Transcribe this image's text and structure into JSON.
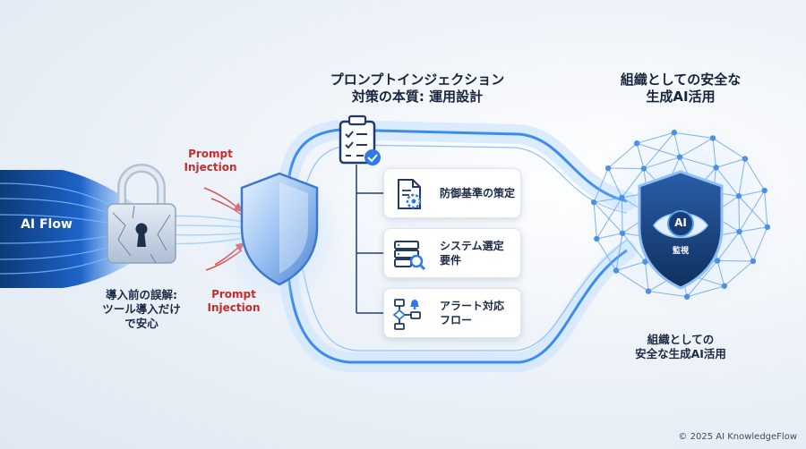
{
  "flow": {
    "start_label": "AI Flow"
  },
  "attack": {
    "label_top": "Prompt\nInjection",
    "label_bottom": "Prompt\nInjection"
  },
  "misconception": {
    "line1": "導入前の誤解:",
    "line2": "ツール導入だけ",
    "line3": "で安心"
  },
  "design": {
    "title_line1": "プロンプトインジェクション",
    "title_line2": "対策の本質: 運用設計"
  },
  "cards": [
    {
      "icon": "document-gear-icon",
      "line1": "防御基準の策定",
      "line2": ""
    },
    {
      "icon": "server-search-icon",
      "line1": "システム選定",
      "line2": "要件"
    },
    {
      "icon": "flowchart-bell-icon",
      "line1": "アラート対応",
      "line2": "フロー"
    }
  ],
  "goal": {
    "title_line1": "組織としての安全な",
    "title_line2": "生成AI活用",
    "shield_text": "AI",
    "shield_sub": "監視",
    "caption_line1": "組織としての",
    "caption_line2": "安全な生成AI活用"
  },
  "footer": {
    "copyright": "© 2025 AI KnowledgeFlow"
  },
  "colors": {
    "flow_blue": "#2f7be6",
    "navy": "#163766",
    "attack_red": "#d23a3a",
    "card_bg": "#ffffff"
  }
}
